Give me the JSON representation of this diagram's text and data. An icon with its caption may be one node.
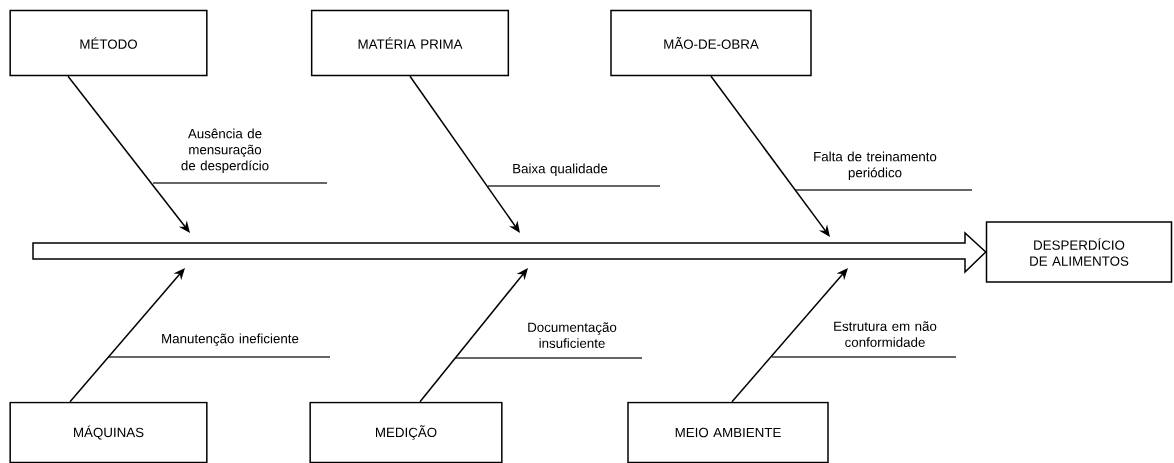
{
  "diagram": {
    "nodes": [
      {
        "text": [
          "MÉTODO"
        ]
      },
      {
        "text": [
          "MATÉRIA PRIMA"
        ]
      },
      {
        "text": [
          "MÃO-DE-OBRA"
        ]
      },
      {
        "text": [
          "MÁQUINAS"
        ]
      },
      {
        "text": [
          "MEDIÇÃO"
        ]
      },
      {
        "text": [
          "MEIO AMBIENTE"
        ]
      },
      {
        "text": [
          "DESPERDÍCIO DE ALIMENTOS"
        ]
      }
    ],
    "edges": [
      {
        "from": 0,
        "to": null,
        "arrow": "to"
      },
      {
        "from": 1,
        "to": null,
        "arrow": "to"
      },
      {
        "from": 2,
        "to": null,
        "arrow": "to"
      },
      {
        "from": 3,
        "to": null,
        "arrow": "to"
      },
      {
        "from": 4,
        "to": null,
        "arrow": "to"
      },
      {
        "from": 5,
        "to": null,
        "arrow": "to"
      },
      {
        "from": null,
        "to": 6,
        "arrow": "to"
      }
    ],
    "labels": [
      "Ausência de mensuração de desperdício",
      "Baixa qualidade",
      "Falta de treinamento periódico",
      "Manutenção ineficiente",
      "Documentação insuficiente",
      "Estrutura em não conformidade"
    ]
  }
}
